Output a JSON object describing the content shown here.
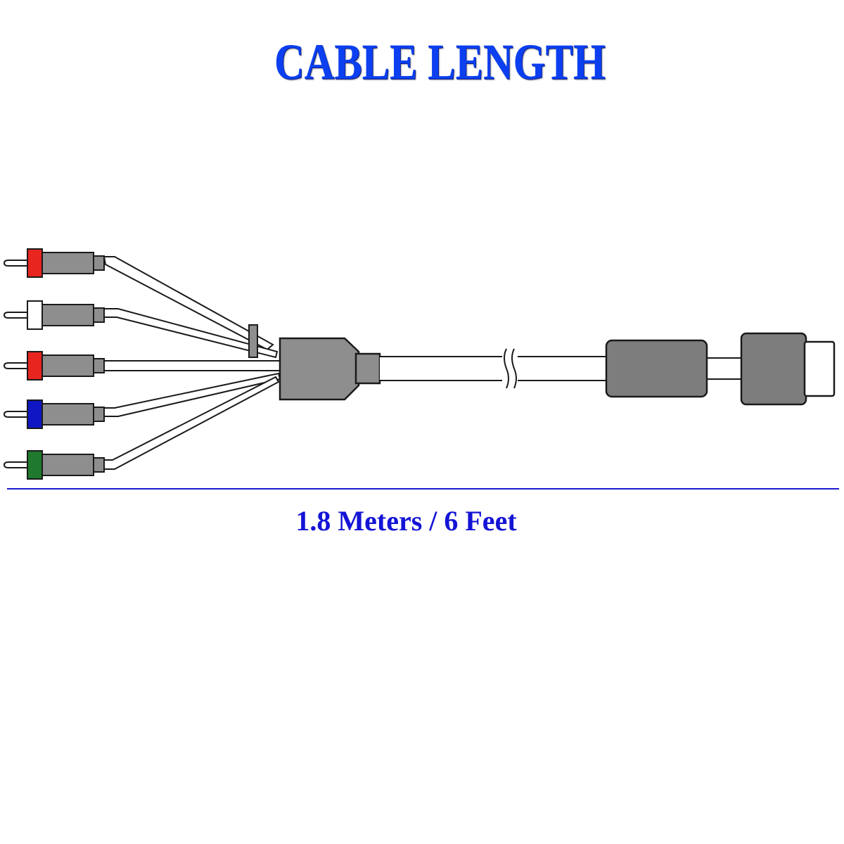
{
  "title": "CABLE LENGTH",
  "length_label": "1.8 Meters / 6 Feet",
  "colors": {
    "title_blue": "#0b3ff0",
    "measure_line": "#1a1acc",
    "label_blue": "#1414d6",
    "plug_red": "#e8251f",
    "plug_white": "#ffffff",
    "plug_blue": "#0f17c4",
    "plug_green": "#1f7a2e",
    "connector_gray": "#7d7d7d",
    "body_gray": "#8e8e8e",
    "outline": "#1a1a1a"
  },
  "plugs": [
    {
      "color_name": "red"
    },
    {
      "color_name": "white"
    },
    {
      "color_name": "red"
    },
    {
      "color_name": "blue"
    },
    {
      "color_name": "green"
    }
  ]
}
